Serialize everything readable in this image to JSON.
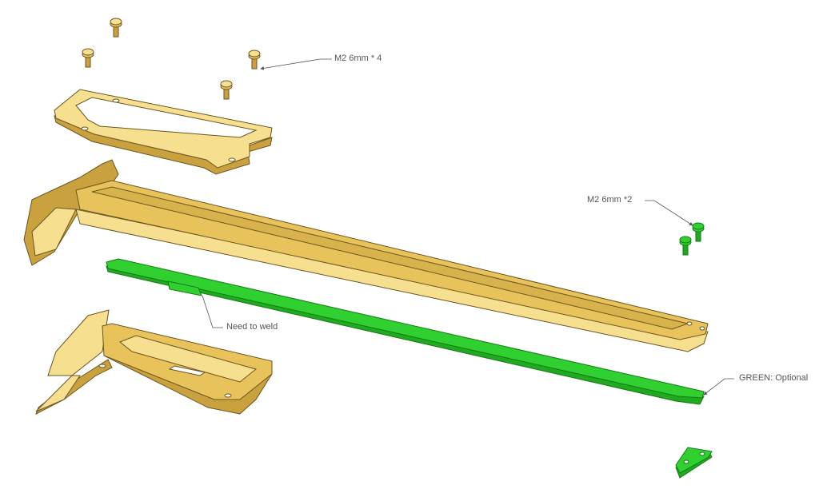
{
  "labels": {
    "screws_gold": "M2 6mm * 4",
    "screws_green": "M2 6mm *2",
    "weld": "Need to weld",
    "optional": "GREEN: Optional"
  },
  "colors": {
    "gold": "#e8c25a",
    "green": "#2fd02f",
    "leader": "#555555"
  }
}
